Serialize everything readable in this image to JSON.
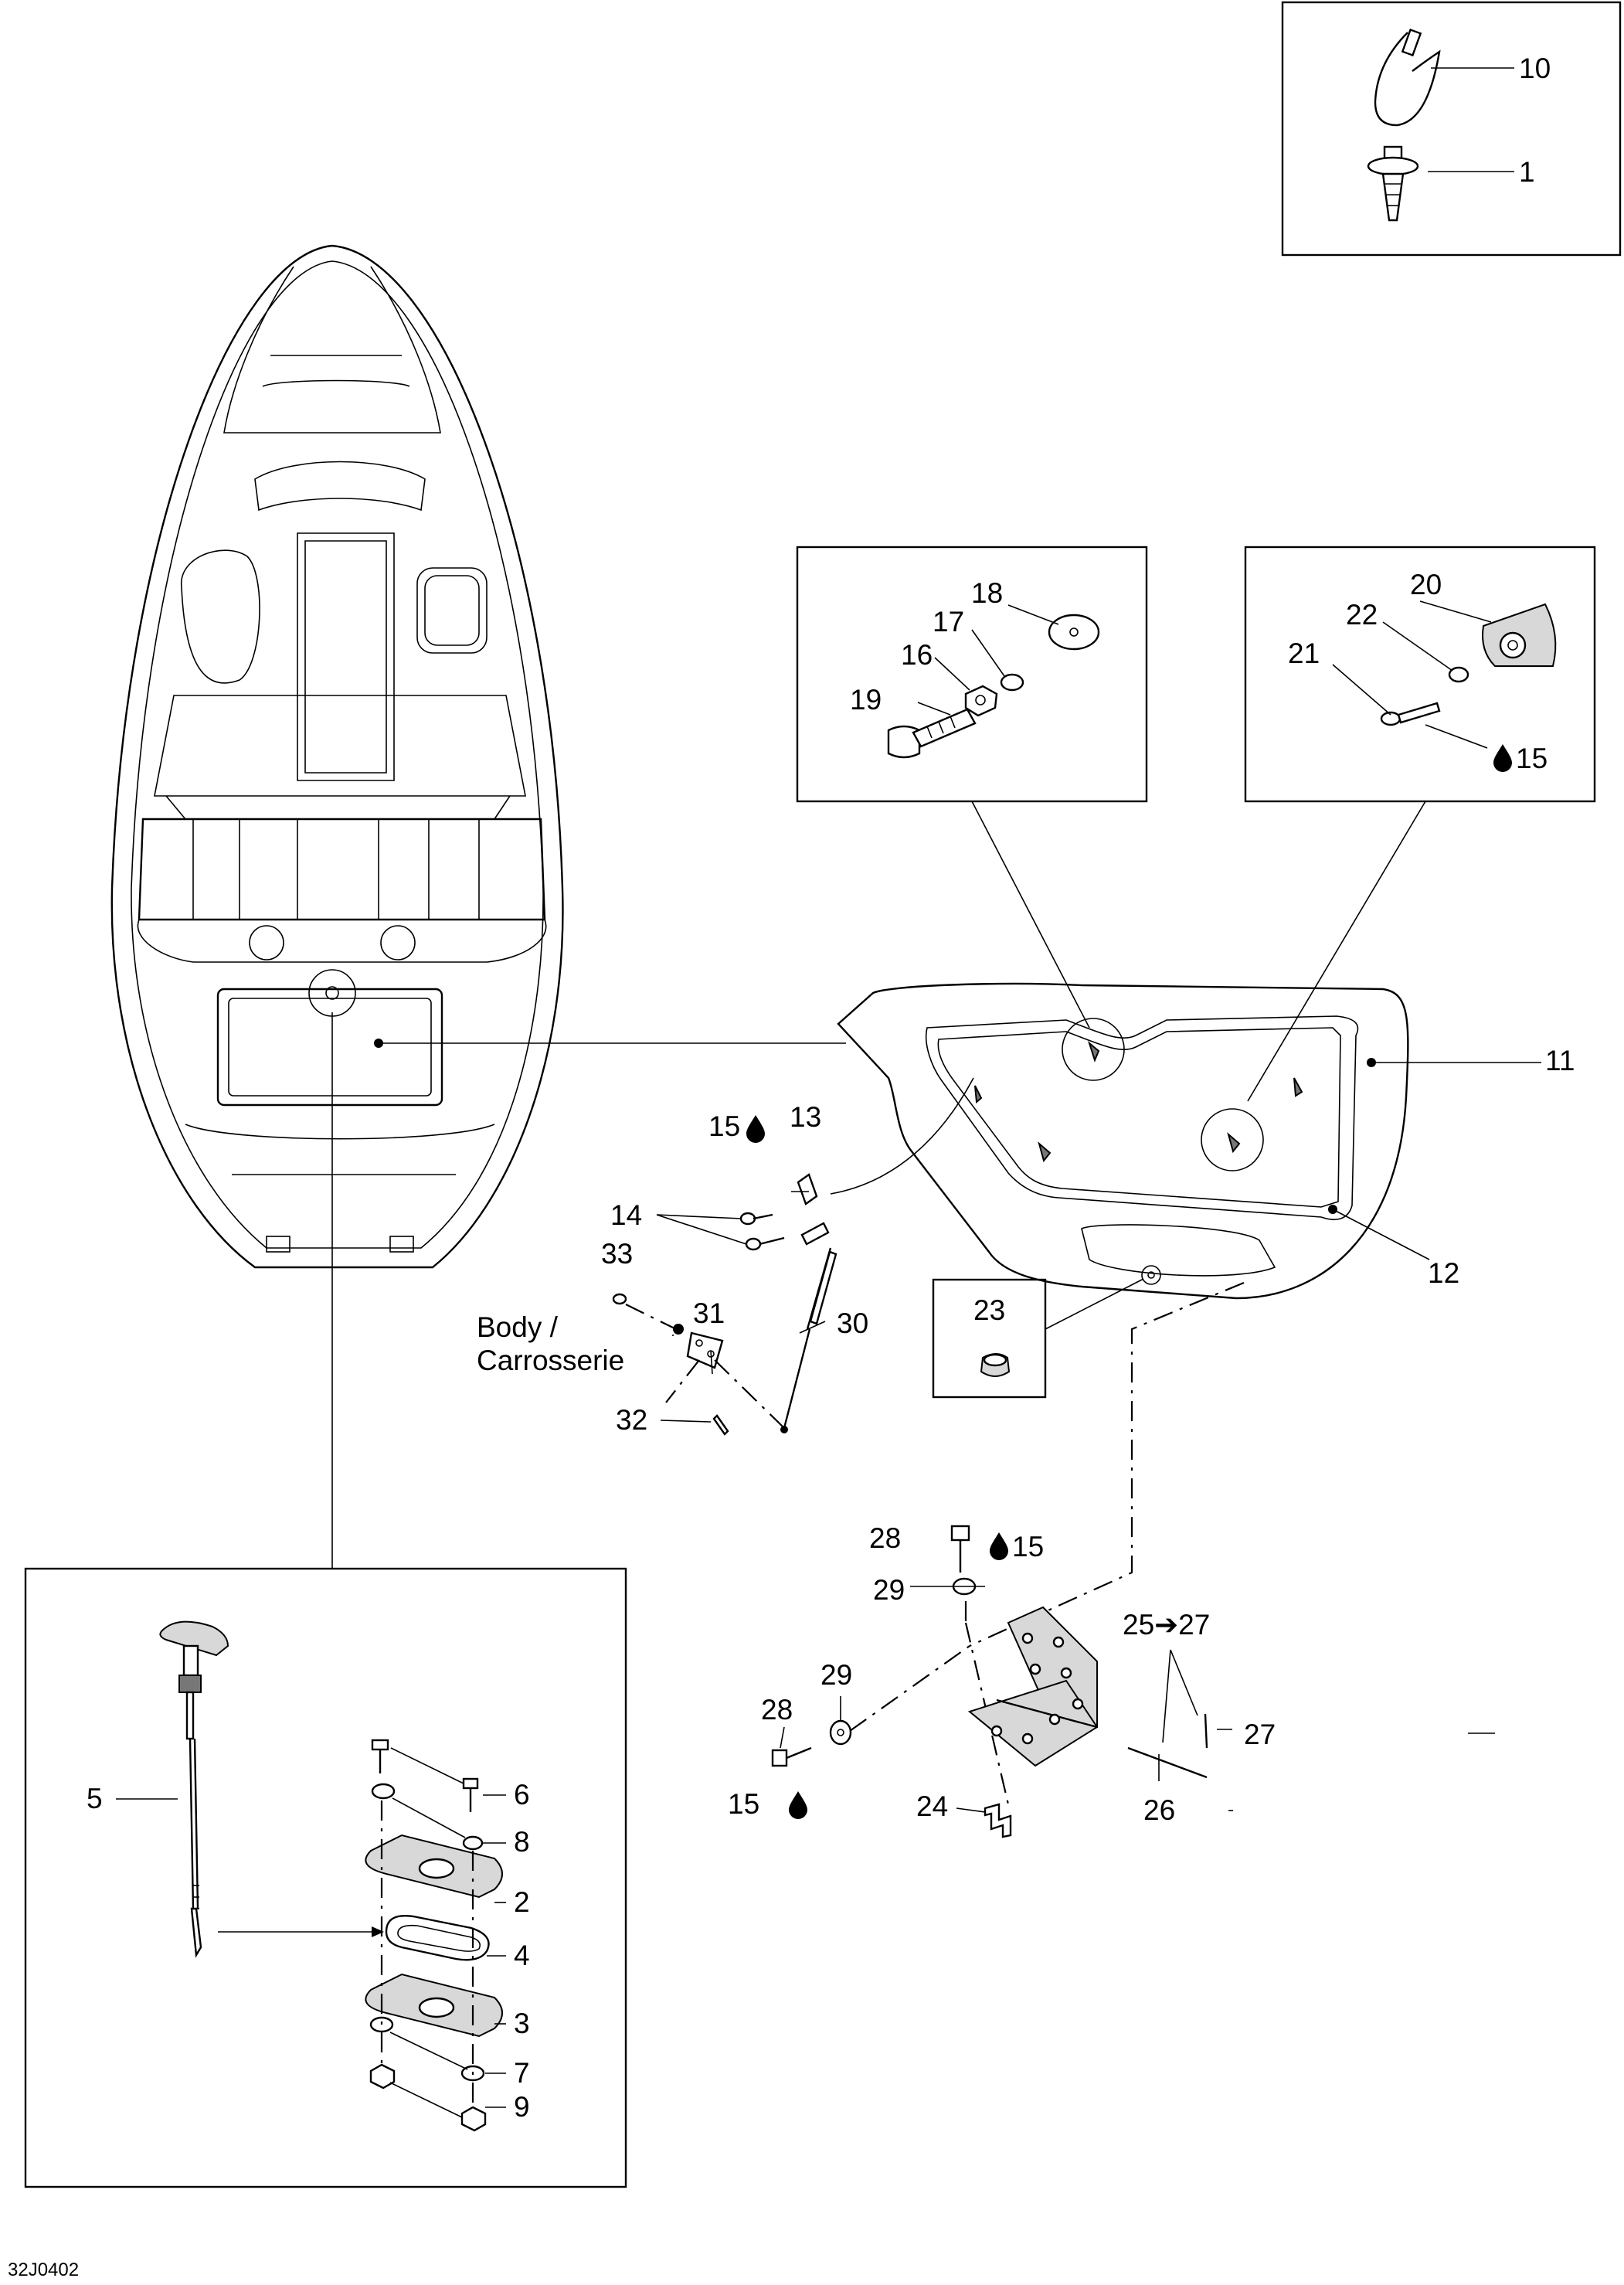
{
  "document_code": "32J0402",
  "body_label_line1": "Body /",
  "body_label_line2": "Carrosserie",
  "callouts": {
    "c1": "1",
    "c2": "2",
    "c3": "3",
    "c4": "4",
    "c5": "5",
    "c6": "6",
    "c7": "7",
    "c8": "8",
    "c9": "9",
    "c10": "10",
    "c11": "11",
    "c12": "12",
    "c13": "13",
    "c14": "14",
    "c15a": "15",
    "c15b": "15",
    "c15c": "15",
    "c15d": "15",
    "c16": "16",
    "c17": "17",
    "c18": "18",
    "c19": "19",
    "c20": "20",
    "c21": "21",
    "c22": "22",
    "c23": "23",
    "c24": "24",
    "c25_27": "25➔27",
    "c26": "26",
    "c27": "27",
    "c28a": "28",
    "c28b": "28",
    "c29a": "29",
    "c29b": "29",
    "c30": "30",
    "c31": "31",
    "c32": "32",
    "c33": "33"
  },
  "icons": {
    "drop": "sealant-drop-icon",
    "arrow": "range-arrow-icon"
  }
}
